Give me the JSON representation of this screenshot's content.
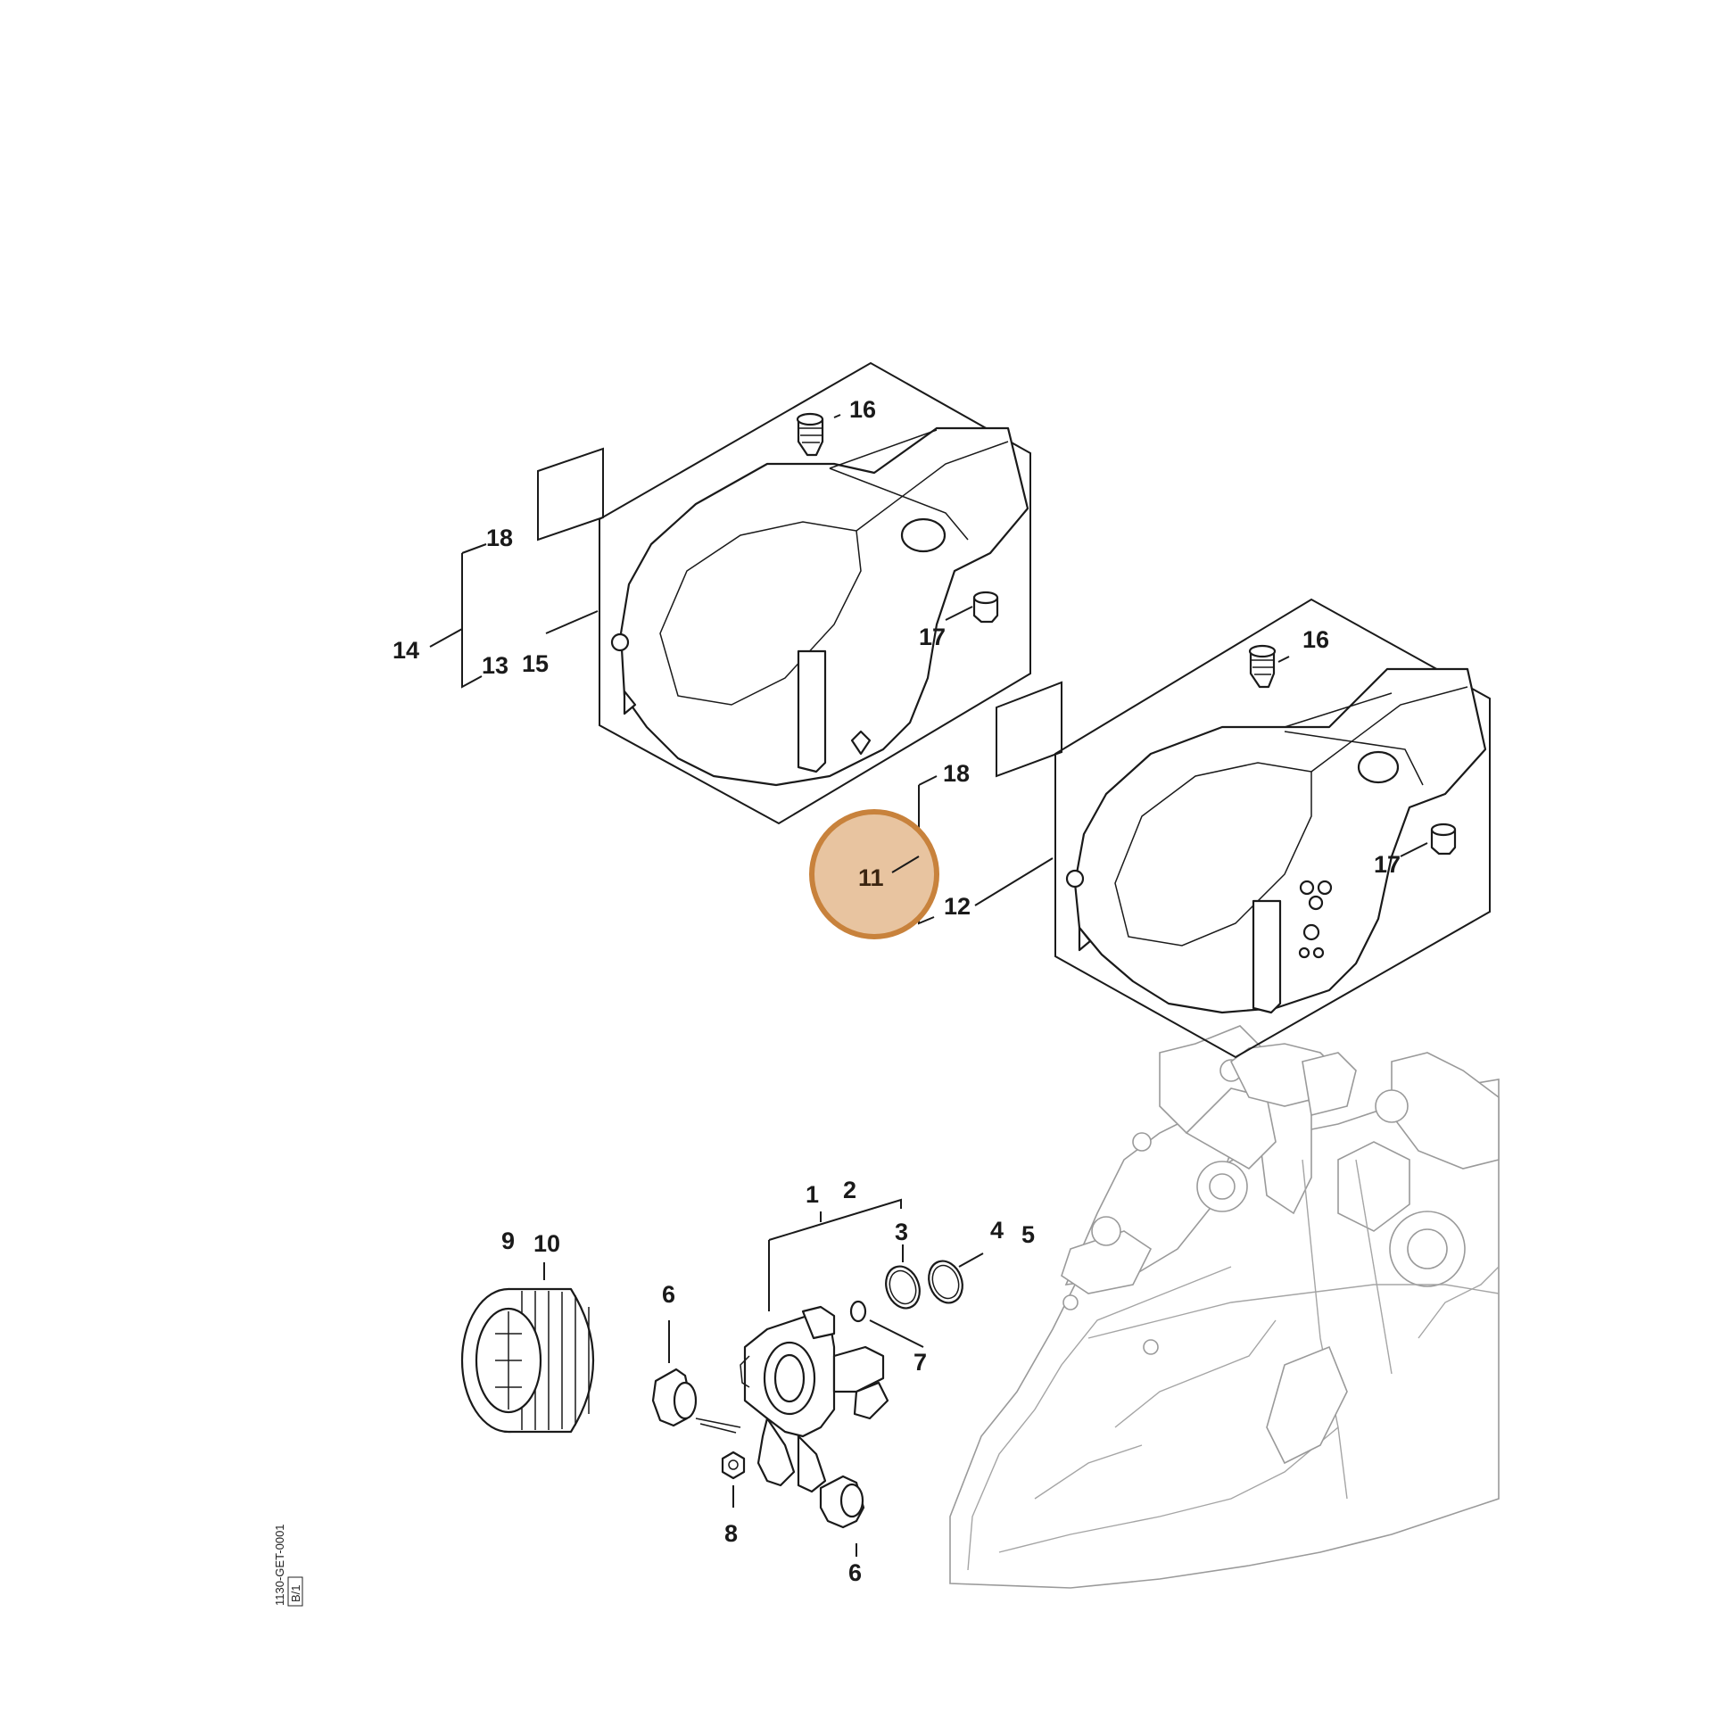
{
  "diagram": {
    "callouts": {
      "c1": "1",
      "c2": "2",
      "c3": "3",
      "c4": "4",
      "c5": "5",
      "c6a": "6",
      "c6b": "6",
      "c7": "7",
      "c8": "8",
      "c9": "9",
      "c10": "10",
      "c11": "11",
      "c12": "12",
      "c13": "13",
      "c14": "14",
      "c15": "15",
      "c16a": "16",
      "c16b": "16",
      "c17a": "17",
      "c17b": "17",
      "c18a": "18",
      "c18b": "18"
    },
    "highlight": {
      "label": "11",
      "fill": "#e8c4a0",
      "stroke": "#c8823c"
    },
    "reference_code": "1130-GET-0001",
    "reference_sub": "B/1"
  }
}
